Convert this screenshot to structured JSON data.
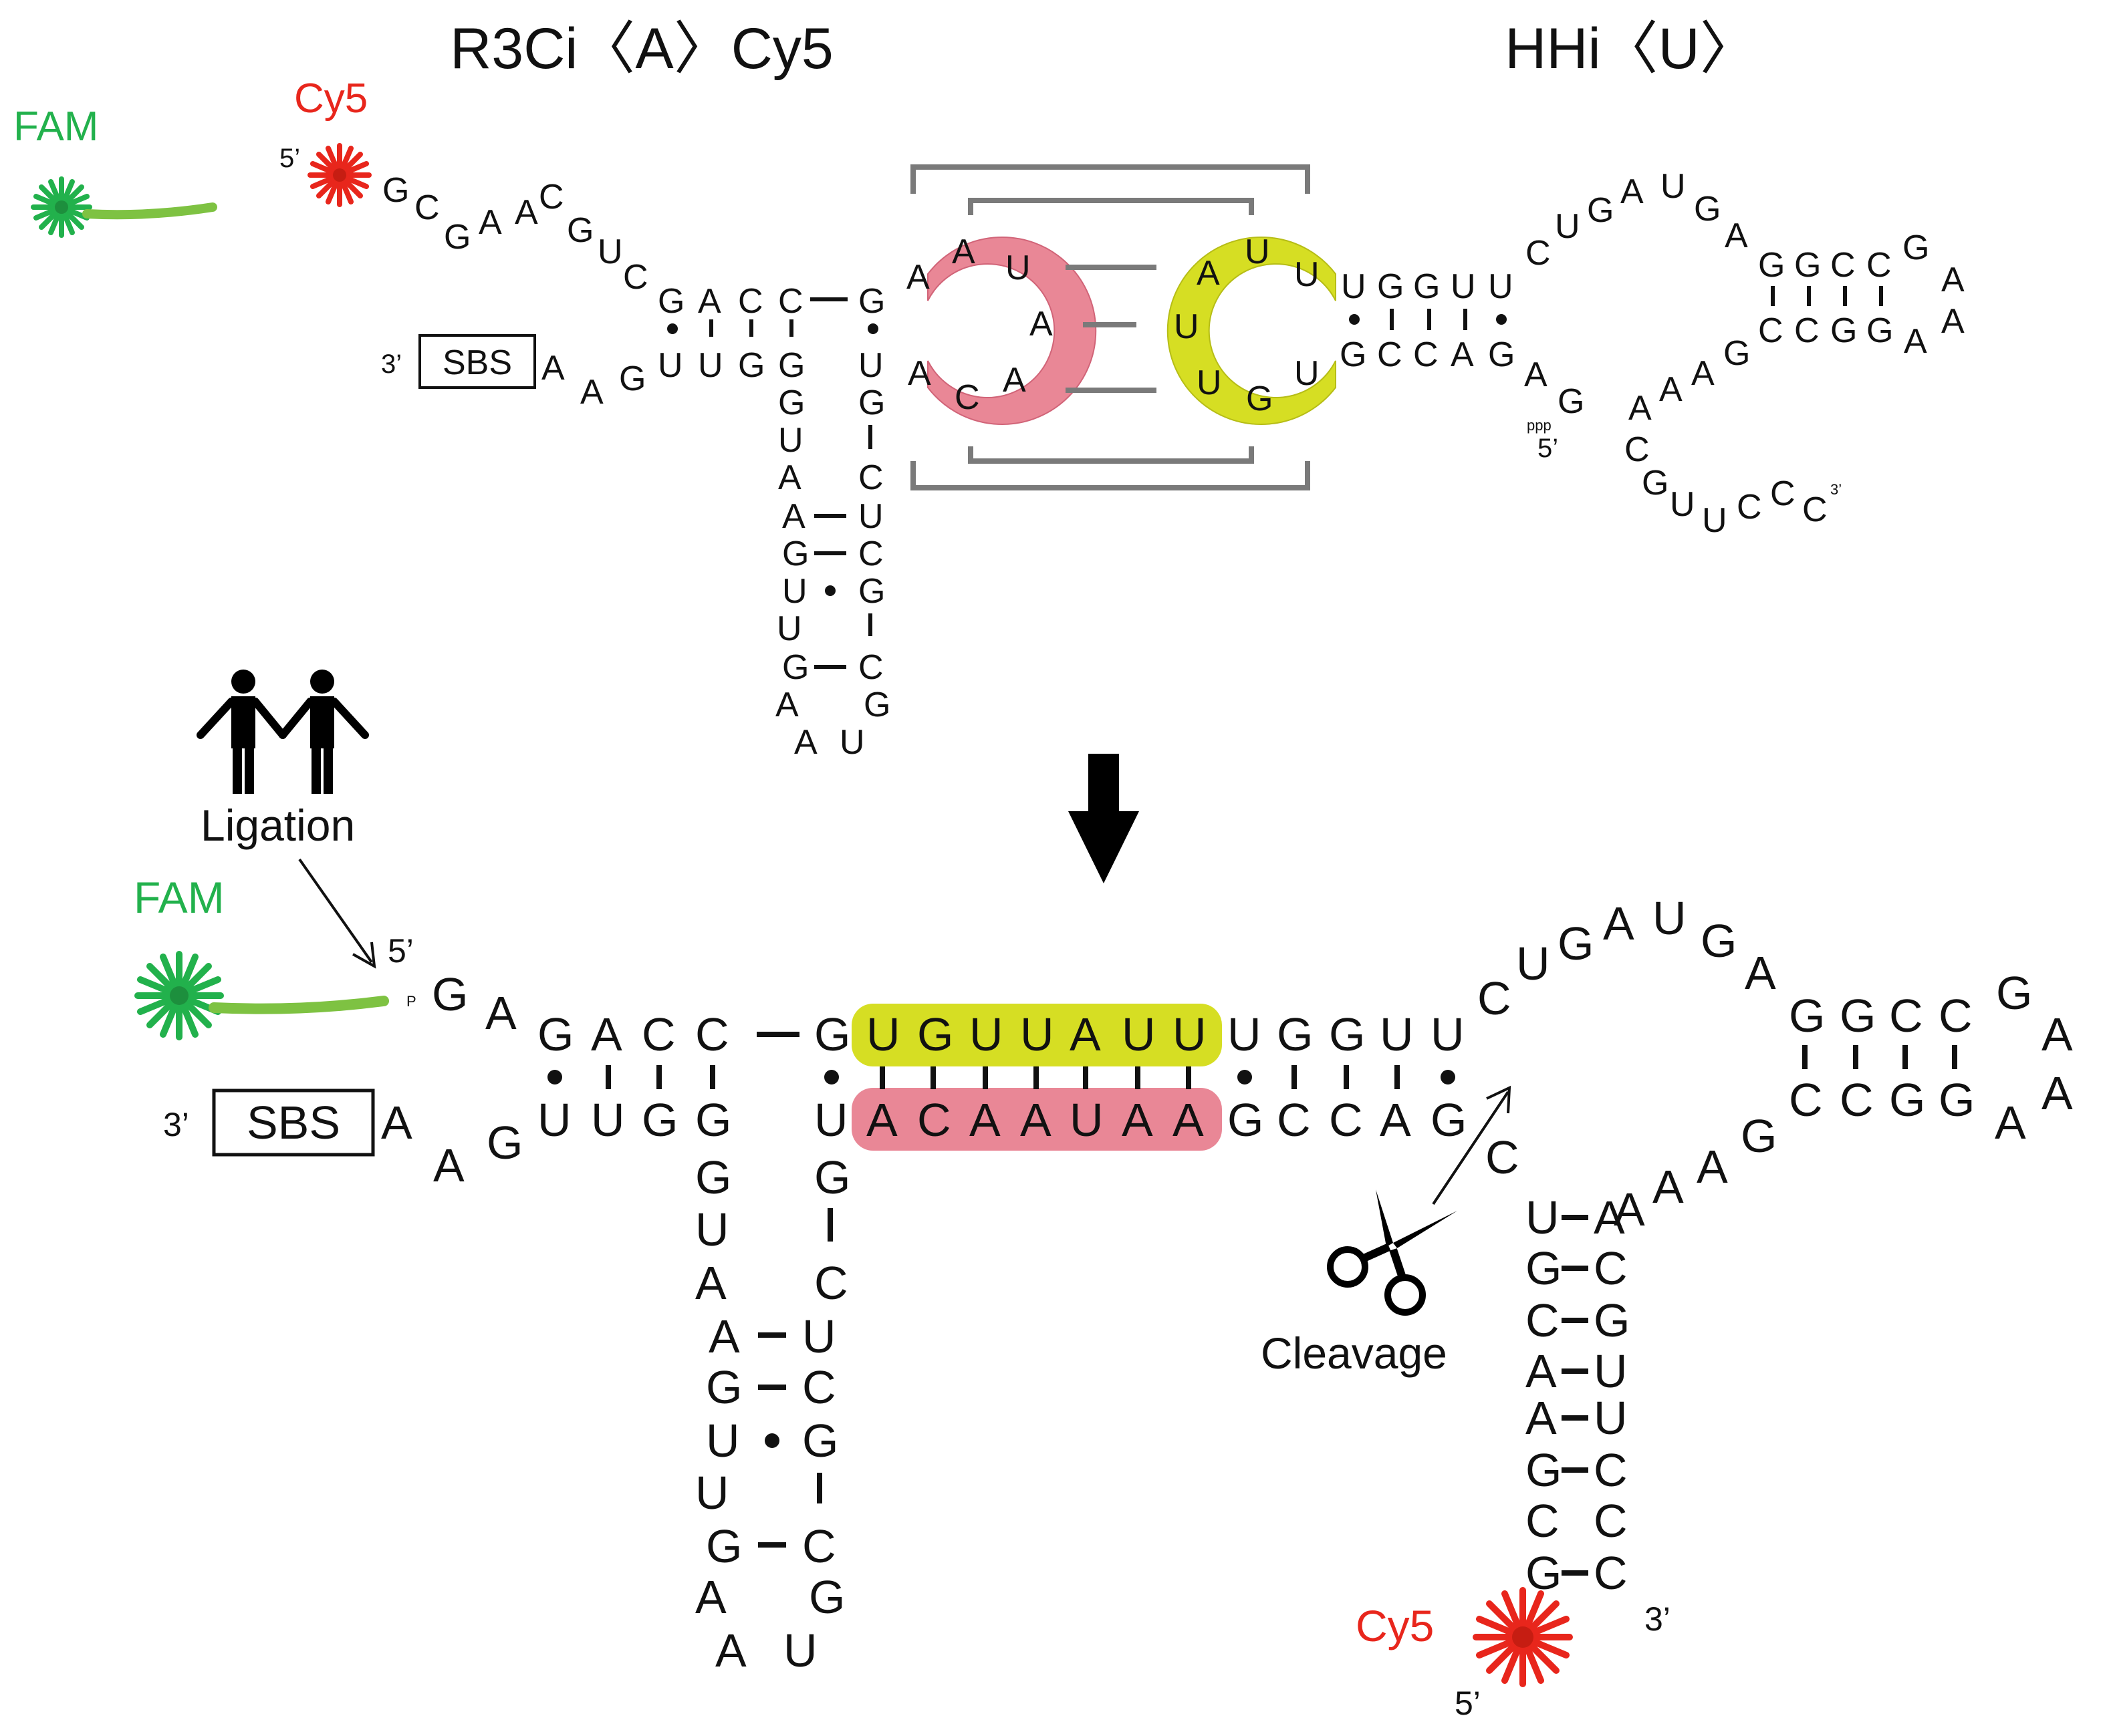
{
  "titles": {
    "left": "R3Ci〈A〉Cy5",
    "right": "HHi〈U〉"
  },
  "labels": {
    "fam": "FAM",
    "cy5": "Cy5",
    "five_prime": "5’",
    "three_prime": "3’",
    "sbs": "SBS",
    "ligation": "Ligation",
    "cleavage": "Cleavage",
    "ppp": "ppp",
    "p": "P"
  },
  "colors": {
    "fam_green": "#22b14c",
    "cy5_red": "#e8261c",
    "loop_pink": "#e98796",
    "loop_yellow": "#d6de23",
    "box_gray": "#7a7a7a",
    "arrow": "#000000"
  },
  "icons": [
    "fam-star-icon",
    "cy5-star-icon",
    "ligation-people-icon",
    "scissors-icon",
    "down-arrow-icon"
  ],
  "top_panel": {
    "linker_5p": [
      "G",
      "C",
      "G",
      "A",
      "A",
      "C",
      "G",
      "U",
      "C"
    ],
    "stem1_top": [
      "G",
      "A",
      "C",
      "C"
    ],
    "stem1_bottom": [
      "U",
      "U",
      "G",
      "G"
    ],
    "tail_3p": [
      "A",
      "A",
      "G"
    ],
    "junction_G": "G",
    "junction_U": "U",
    "hairpin_left": [
      "G",
      "U",
      "A",
      "A",
      "G",
      "U",
      "U",
      "G",
      "A",
      "A"
    ],
    "hairpin_right": [
      "U",
      "G",
      "I",
      "C",
      "U",
      "C",
      "G",
      "I",
      "C",
      "G",
      "U"
    ],
    "pink_loop": [
      "A",
      "A",
      "U",
      "A",
      "A",
      "C",
      "A"
    ],
    "yellow_loop": [
      "A",
      "U",
      "U",
      "U",
      "U",
      "G",
      "U"
    ],
    "hh_stem_top": [
      "U",
      "G",
      "G",
      "U",
      "U"
    ],
    "hh_stem_bottom": [
      "G",
      "C",
      "C",
      "A",
      "G"
    ],
    "hh_loop": [
      "C",
      "U",
      "G",
      "A",
      "U",
      "G",
      "A"
    ],
    "hh_hairpin_top": [
      "G",
      "G",
      "C",
      "C",
      "G"
    ],
    "hh_hairpin_bottom": [
      "C",
      "C",
      "G",
      "G"
    ],
    "hh_tetraloop": [
      "A",
      "A",
      "A"
    ],
    "hh_return": [
      "G",
      "A",
      "A",
      "A"
    ],
    "hh_5p_end": [
      "A",
      "G"
    ],
    "hh_3p_tail": [
      "C",
      "G",
      "U",
      "U",
      "C",
      "C",
      "C"
    ]
  },
  "bottom_panel": {
    "linker_5p": [
      "G",
      "A"
    ],
    "stem1_top": [
      "G",
      "A",
      "C",
      "C"
    ],
    "stem1_bottom": [
      "U",
      "U",
      "G",
      "G"
    ],
    "tail_3p": [
      "A",
      "A",
      "G"
    ],
    "junction_G": "G",
    "junction_U": "U",
    "yellow_strand": [
      "U",
      "G",
      "U",
      "U",
      "A",
      "U",
      "U"
    ],
    "pink_strand": [
      "A",
      "C",
      "A",
      "A",
      "U",
      "A",
      "A"
    ],
    "stem3_top": [
      "U",
      "G",
      "G",
      "U",
      "U"
    ],
    "stem3_bottom": [
      "G",
      "C",
      "C",
      "A",
      "G"
    ],
    "hairpin_left": [
      "G",
      "U",
      "A",
      "A",
      "G",
      "U",
      "U",
      "G",
      "A",
      "A"
    ],
    "hairpin_right": [
      "G",
      "I",
      "C",
      "U",
      "C",
      "G",
      "I",
      "C",
      "G",
      "U"
    ],
    "hh_loop": [
      "C",
      "U",
      "G",
      "A",
      "U",
      "G",
      "A"
    ],
    "hh_hairpin_top": [
      "G",
      "G",
      "C",
      "C",
      "G"
    ],
    "hh_hairpin_bottom": [
      "C",
      "C",
      "G",
      "G"
    ],
    "hh_tetraloop": [
      "A",
      "A",
      "A"
    ],
    "hh_return": [
      "G",
      "A",
      "A",
      "A"
    ],
    "cleaved_C": "C",
    "fragment_left": [
      "U",
      "G",
      "C",
      "A",
      "A",
      "G",
      "C",
      "G"
    ],
    "fragment_right": [
      "A",
      "C",
      "G",
      "U",
      "U",
      "C",
      "C",
      "C"
    ]
  }
}
